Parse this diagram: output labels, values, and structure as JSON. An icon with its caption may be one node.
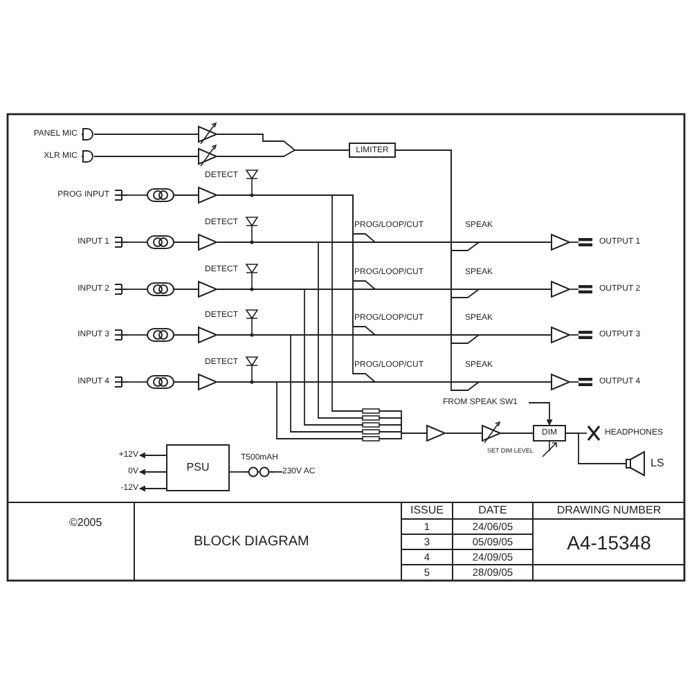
{
  "diagram": {
    "title": "BLOCK DIAGRAM",
    "nodes": [
      {
        "text": [
          "PANEL MIC"
        ]
      },
      {
        "text": [
          "XLR MIC"
        ]
      },
      {
        "text": [
          "PROG INPUT"
        ]
      },
      {
        "text": [
          "INPUT 1"
        ]
      },
      {
        "text": [
          "INPUT 2"
        ]
      },
      {
        "text": [
          "INPUT 3"
        ]
      },
      {
        "text": [
          "INPUT 4"
        ]
      },
      {
        "text": [
          "LIMITER"
        ]
      },
      {
        "text": [
          "OUTPUT 1"
        ]
      },
      {
        "text": [
          "OUTPUT 2"
        ]
      },
      {
        "text": [
          "OUTPUT 3"
        ]
      },
      {
        "text": [
          "OUTPUT 4"
        ]
      },
      {
        "text": [
          "FROM SPEAK SW1"
        ]
      },
      {
        "text": [
          "DIM"
        ]
      },
      {
        "text": [
          "HEADPHONES"
        ]
      },
      {
        "text": [
          "PSU"
        ]
      },
      {
        "text": [
          "+12V"
        ]
      },
      {
        "text": [
          "0V"
        ]
      },
      {
        "text": [
          "-12V"
        ]
      },
      {
        "text": [
          "230V AC"
        ]
      },
      {
        "text": [],
        "shape": "triangle"
      },
      {
        "text": [],
        "shape": "triangle"
      },
      {
        "text": [],
        "shape": "transformer"
      },
      {
        "text": [],
        "shape": "transformer"
      },
      {
        "text": [],
        "shape": "transformer"
      },
      {
        "text": [],
        "shape": "transformer"
      },
      {
        "text": [],
        "shape": "transformer"
      },
      {
        "text": [],
        "shape": "triangle"
      },
      {
        "text": [],
        "shape": "triangle"
      },
      {
        "text": [],
        "shape": "triangle"
      },
      {
        "text": [],
        "shape": "triangle"
      },
      {
        "text": [],
        "shape": "triangle"
      },
      {
        "text": [],
        "shape": "triangle"
      },
      {
        "text": [],
        "shape": "triangle"
      },
      {
        "text": [],
        "shape": "triangle"
      },
      {
        "text": [],
        "shape": "triangle"
      },
      {
        "text": [],
        "shape": "triangle"
      },
      {
        "text": [],
        "shape": "triangle"
      },
      {
        "text": [],
        "shape": "speaker",
        "beside": [
          "LS"
        ]
      },
      {
        "text": [],
        "shape": "fuse",
        "beside": [
          "T500mAH"
        ]
      }
    ],
    "edges": [
      {
        "from": 0,
        "to": 20,
        "arrow": "none"
      },
      {
        "from": 1,
        "to": 21,
        "arrow": "none"
      },
      {
        "from": 20,
        "to": 7,
        "arrow": "none"
      },
      {
        "from": 21,
        "to": 7,
        "arrow": "none"
      },
      {
        "from": 2,
        "to": 22,
        "arrow": "none"
      },
      {
        "from": 22,
        "to": 27,
        "arrow": "none"
      },
      {
        "from": 3,
        "to": 23,
        "arrow": "none"
      },
      {
        "from": 23,
        "to": 28,
        "arrow": "none"
      },
      {
        "from": 4,
        "to": 24,
        "arrow": "none"
      },
      {
        "from": 24,
        "to": 29,
        "arrow": "none"
      },
      {
        "from": 5,
        "to": 25,
        "arrow": "none"
      },
      {
        "from": 25,
        "to": 30,
        "arrow": "none"
      },
      {
        "from": 6,
        "to": 26,
        "arrow": "none"
      },
      {
        "from": 26,
        "to": 31,
        "arrow": "none"
      },
      {
        "from": 27,
        "to": 32,
        "arrow": "none"
      },
      {
        "from": 27,
        "to": 33,
        "arrow": "none"
      },
      {
        "from": 27,
        "to": 34,
        "arrow": "none"
      },
      {
        "from": 27,
        "to": 35,
        "arrow": "none"
      },
      {
        "from": 28,
        "to": 32,
        "arrow": "none"
      },
      {
        "from": 29,
        "to": 33,
        "arrow": "none"
      },
      {
        "from": 30,
        "to": 34,
        "arrow": "none"
      },
      {
        "from": 31,
        "to": 35,
        "arrow": "none"
      },
      {
        "from": 7,
        "to": 32,
        "arrow": "none"
      },
      {
        "from": 7,
        "to": 33,
        "arrow": "none"
      },
      {
        "from": 7,
        "to": 34,
        "arrow": "none"
      },
      {
        "from": 7,
        "to": 35,
        "arrow": "none"
      },
      {
        "from": 27,
        "to": 36,
        "arrow": "none"
      },
      {
        "from": 28,
        "to": 36,
        "arrow": "none"
      },
      {
        "from": 29,
        "to": 36,
        "arrow": "none"
      },
      {
        "from": 30,
        "to": 36,
        "arrow": "none"
      },
      {
        "from": 31,
        "to": 36,
        "arrow": "none"
      },
      {
        "from": 36,
        "to": 37,
        "arrow": "none"
      },
      {
        "from": 37,
        "to": 13,
        "arrow": "none"
      },
      {
        "from": 12,
        "to": 13,
        "arrow": "to"
      },
      {
        "from": 13,
        "to": 14,
        "arrow": "none"
      },
      {
        "from": 13,
        "to": 38,
        "arrow": "none"
      },
      {
        "from": 15,
        "to": 16,
        "arrow": "to"
      },
      {
        "from": 15,
        "to": 17,
        "arrow": "to"
      },
      {
        "from": 15,
        "to": 18,
        "arrow": "to"
      },
      {
        "from": 15,
        "to": 39,
        "arrow": "none"
      },
      {
        "from": 39,
        "to": 19,
        "arrow": "none"
      },
      {
        "from": 32,
        "to": 8,
        "arrow": "none"
      },
      {
        "from": 33,
        "to": 9,
        "arrow": "none"
      },
      {
        "from": 34,
        "to": 10,
        "arrow": "none"
      },
      {
        "from": 35,
        "to": 11,
        "arrow": "none"
      }
    ],
    "labels": [
      "DETECT",
      "DETECT",
      "DETECT",
      "DETECT",
      "DETECT",
      "PROG/LOOP/CUT",
      "SPEAK",
      "PROG/LOOP/CUT",
      "SPEAK",
      "PROG/LOOP/CUT",
      "SPEAK",
      "PROG/LOOP/CUT",
      "SPEAK",
      "SET DIM LEVEL",
      "©2005",
      "ISSUE",
      "DATE",
      "DRAWING NUMBER",
      "1",
      "24/06/05",
      "A4-15348",
      "3",
      "05/09/05",
      "4",
      "24/09/05",
      "5",
      "28/09/05"
    ]
  }
}
